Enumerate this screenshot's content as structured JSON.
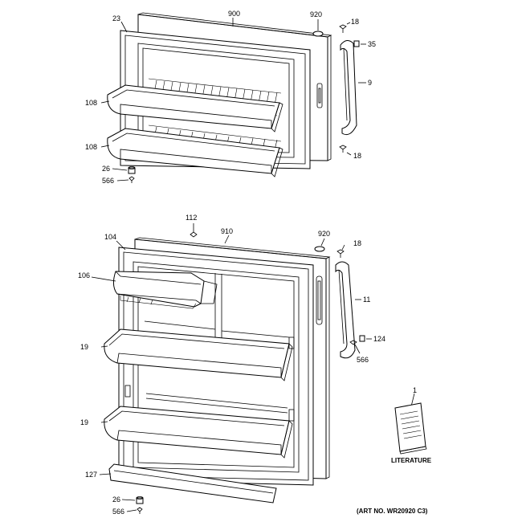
{
  "callouts": {
    "freezer_door": "900",
    "freezer_gasket": "23",
    "freezer_cap_top": "920",
    "freezer_screw_top": "18",
    "freezer_spacer": "35",
    "freezer_handle": "9",
    "freezer_screw_bottom": "18",
    "freezer_shelf_upper": "108",
    "freezer_shelf_lower": "108",
    "freezer_cap_bottom": "26",
    "freezer_screw_hinge": "566",
    "fresh_food_screw_top": "112",
    "fresh_food_door": "910",
    "fresh_food_cap_top": "920",
    "fresh_food_gasket": "104",
    "fresh_food_screw_handle": "18",
    "dairy_door": "106",
    "fresh_food_handle": "11",
    "fresh_food_bin_upper": "19",
    "fresh_food_spacer": "124",
    "fresh_food_handle_screw": "566",
    "fresh_food_bin_lower": "19",
    "literature_item": "1",
    "bottom_rail": "127",
    "fresh_food_cap_bottom": "26",
    "fresh_food_screw_hinge": "566"
  },
  "literature_caption": "LITERATURE",
  "art_number": "(ART NO. WR20920 C3)"
}
